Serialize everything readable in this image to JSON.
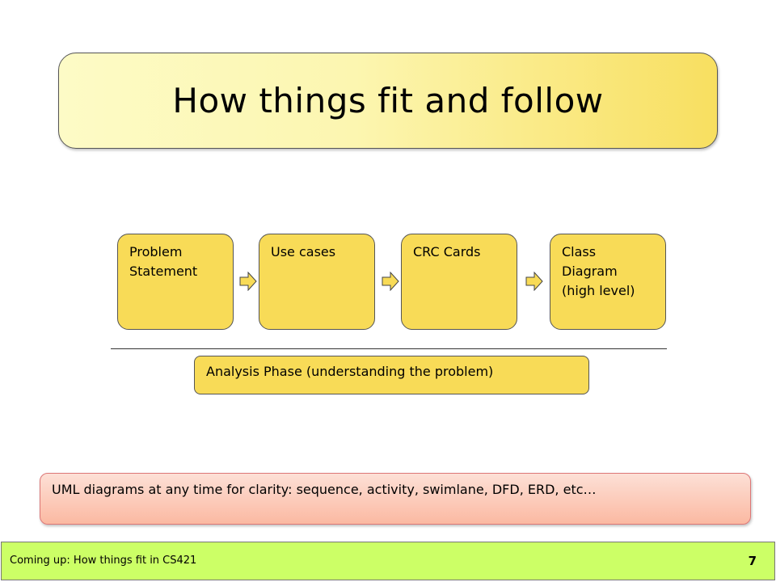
{
  "title": "How things fit and follow",
  "steps": [
    {
      "label": "Problem\nStatement"
    },
    {
      "label": "Use cases"
    },
    {
      "label": "CRC Cards"
    },
    {
      "label": "Class\nDiagram\n(high level)"
    }
  ],
  "phase_label": "Analysis Phase (understanding the problem)",
  "uml_note": "UML diagrams at any time for clarity: sequence, activity, swimlane, DFD, ERD, etc…",
  "footer": {
    "text": "Coming up: How things fit in CS421",
    "page_number": "7"
  },
  "colors": {
    "step_fill": "#f8db57",
    "footer_bg": "#ccff66",
    "note_fill": "#fbb9a2"
  }
}
